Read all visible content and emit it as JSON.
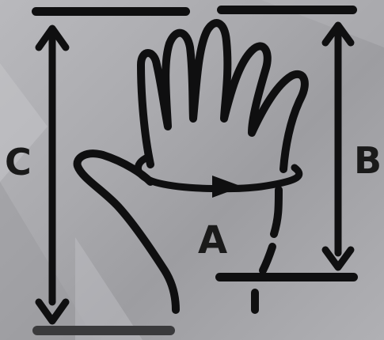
{
  "diagram": {
    "labels": {
      "a": "A",
      "b": "B",
      "c": "C"
    },
    "colors": {
      "ink": "#0f0f10",
      "background": "#a9a9ad",
      "bar_bottom_left": "#3a3a3c"
    },
    "icons": {
      "hand": "hand-outline-icon",
      "arrow_c": "double-arrow-vertical-icon",
      "arrow_b": "double-arrow-vertical-icon",
      "arrow_a": "arrow-right-icon"
    }
  }
}
